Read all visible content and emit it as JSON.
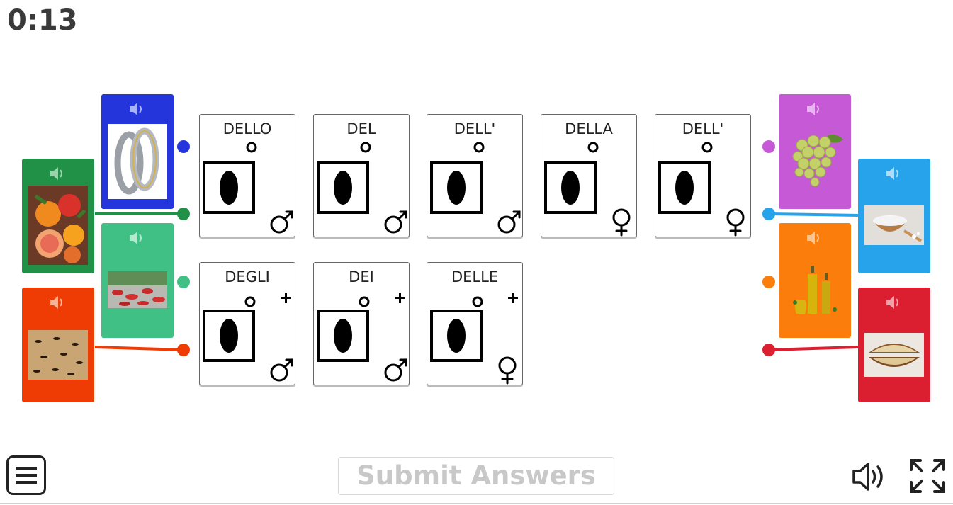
{
  "timer": "0:13",
  "submit_label": "Submit Answers",
  "colors": {
    "blue": "#2535dc",
    "dark_green": "#219148",
    "light_green": "#41c085",
    "orange_red": "#ef3c04",
    "purple": "#c65ad6",
    "sky_blue": "#26a3ea",
    "orange": "#fb7d0c",
    "red": "#dc1f30"
  },
  "words": [
    {
      "label": "DELLO",
      "gender": "male",
      "plural": false
    },
    {
      "label": "DEL",
      "gender": "male",
      "plural": false
    },
    {
      "label": "DELL'",
      "gender": "male",
      "plural": false
    },
    {
      "label": "DELLA",
      "gender": "female",
      "plural": false
    },
    {
      "label": "DELL'",
      "gender": "female",
      "plural": false
    },
    {
      "label": "DEGLI",
      "gender": "male",
      "plural": true
    },
    {
      "label": "DEI",
      "gender": "male",
      "plural": true
    },
    {
      "label": "DELLE",
      "gender": "female",
      "plural": true
    }
  ],
  "left_cards": [
    {
      "image": "wedding-rings",
      "color": "blue"
    },
    {
      "image": "citrus-fruits",
      "color": "dark_green"
    },
    {
      "image": "red-crabs",
      "color": "light_green"
    },
    {
      "image": "ants",
      "color": "orange_red"
    }
  ],
  "right_cards": [
    {
      "image": "grapes",
      "color": "purple"
    },
    {
      "image": "salt-bowl",
      "color": "sky_blue"
    },
    {
      "image": "oil-bottles",
      "color": "orange"
    },
    {
      "image": "bread-loaf",
      "color": "red"
    }
  ],
  "icons": {
    "menu": "hamburger-menu-icon",
    "sound": "speaker-icon",
    "fullscreen": "fullscreen-icon",
    "card_sound": "speaker-icon"
  }
}
